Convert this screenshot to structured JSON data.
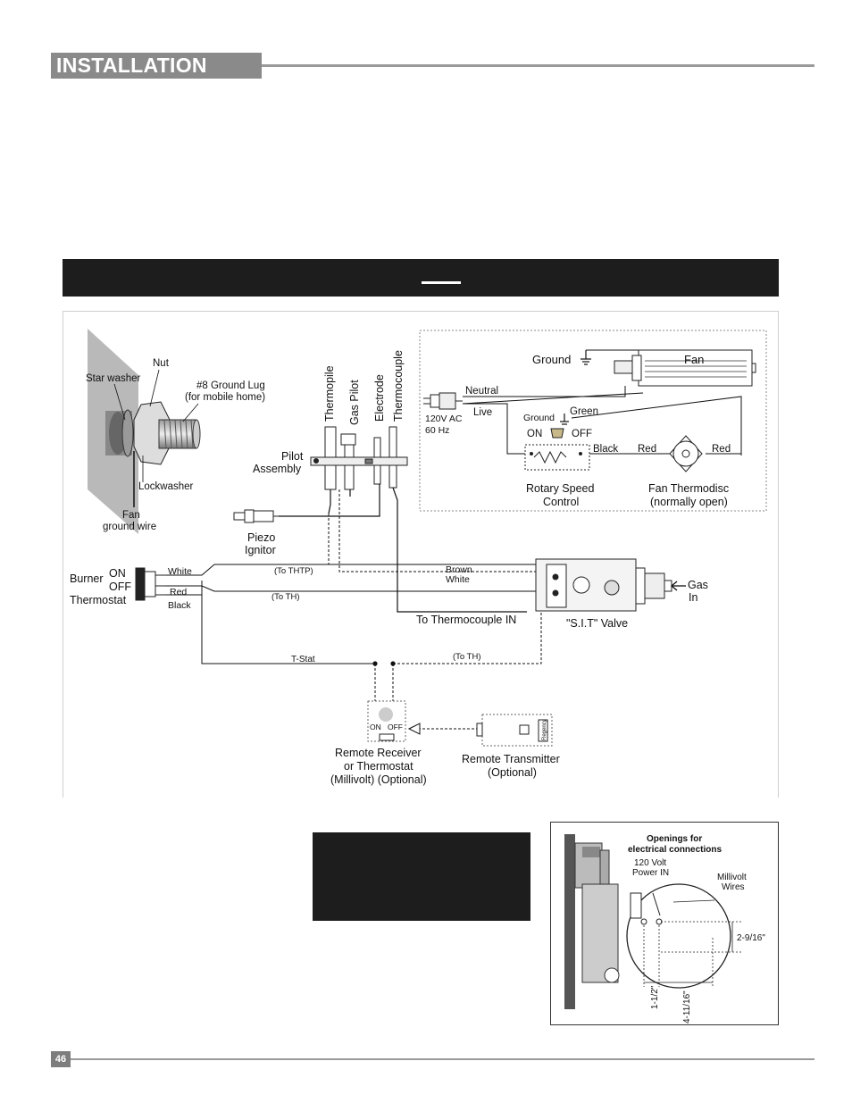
{
  "header": {
    "title": "INSTALLATION"
  },
  "footer": {
    "page_number": "46"
  },
  "wiring_diagram": {
    "ground_lug": {
      "star_washer": "Star washer",
      "nut": "Nut",
      "ground_lug_line1": "#8 Ground Lug",
      "ground_lug_line2": "(for mobile home)",
      "lockwasher": "Lockwasher",
      "fan_ground_line1": "Fan",
      "fan_ground_line2": "ground wire"
    },
    "pilot": {
      "thermopile": "Thermopile",
      "gas_pilot": "Gas Pilot",
      "electrode": "Electrode",
      "thermocouple": "Thermocouple",
      "assembly_line1": "Pilot",
      "assembly_line2": "Assembly",
      "piezo_line1": "Piezo",
      "piezo_line2": "Ignitor"
    },
    "fan_circuit": {
      "ground": "Ground",
      "fan": "Fan",
      "neutral": "Neutral",
      "power_line1": "120V AC",
      "power_line2": "60 Hz",
      "live": "Live",
      "ground_small": "Ground",
      "green": "Green",
      "on": "ON",
      "off": "OFF",
      "black": "Black",
      "red_left": "Red",
      "red_right": "Red",
      "speed_line1": "Rotary Speed",
      "speed_line2": "Control",
      "thermodisc_line1": "Fan Thermodisc",
      "thermodisc_line2": "(normally open)"
    },
    "switch": {
      "burner": "Burner",
      "on": "ON",
      "off": "OFF",
      "thermostat": "Thermostat",
      "white": "White",
      "red": "Red",
      "black": "Black"
    },
    "wiring": {
      "to_thtp": "(To THTP)",
      "to_th_left": "(To TH)",
      "brown": "Brown",
      "white": "White",
      "to_thermocouple_in": "To Thermocouple IN",
      "valve": "\"S.I.T\" Valve",
      "gas_line1": "Gas",
      "gas_line2": "In",
      "tstat": "T-Stat",
      "to_th_right": "(To TH)"
    },
    "remote": {
      "on": "ON",
      "off": "OFF",
      "receiver_line1": "Remote Receiver",
      "receiver_line2": "or Thermostat",
      "receiver_line3": "(Millivolt) (Optional)",
      "transmitter_line1": "Remote Transmitter",
      "transmitter_line2": "(Optional)",
      "brand": "Regency"
    }
  },
  "inset": {
    "title_line1": "Openings for",
    "title_line2": "electrical connections",
    "power_line1": "120 Volt",
    "power_line2": "Power IN",
    "millivolt_line1": "Millivolt",
    "millivolt_line2": "Wires",
    "dim_vertical": "2-9/16\"",
    "dim_one": "1-1/2\"",
    "dim_two": "4-11/16\""
  }
}
